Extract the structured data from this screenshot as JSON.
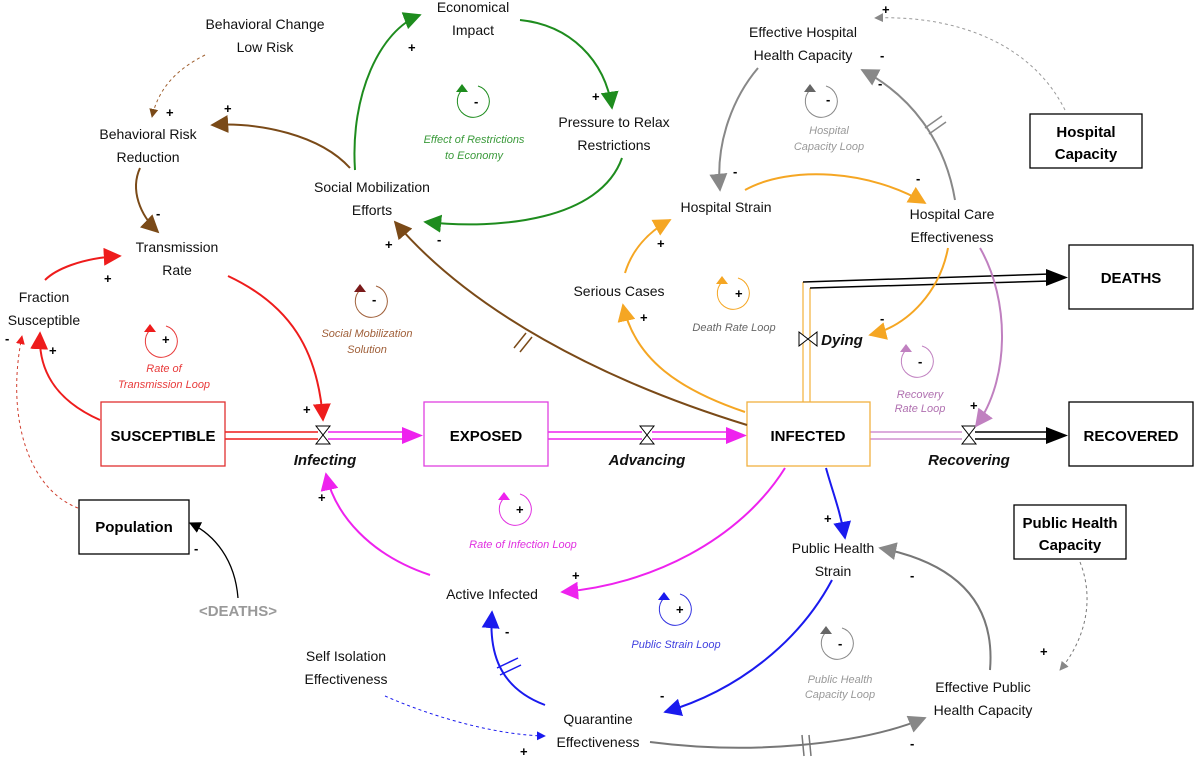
{
  "stocks": {
    "susceptible": "SUSCEPTIBLE",
    "exposed": "EXPOSED",
    "infected": "INFECTED",
    "recovered": "RECOVERED",
    "deaths": "DEATHS",
    "population": "Population",
    "hospital_capacity": [
      "Hospital",
      "Capacity"
    ],
    "public_health_capacity": [
      "Public Health",
      "Capacity"
    ]
  },
  "rates": {
    "infecting": "Infecting",
    "advancing": "Advancing",
    "recovering": "Recovering",
    "dying": "Dying"
  },
  "variables": {
    "behavioral_change": [
      "Behavioral Change",
      "Low Risk"
    ],
    "behavioral_risk": [
      "Behavioral Risk",
      "Reduction"
    ],
    "transmission_rate": [
      "Transmission",
      "Rate"
    ],
    "fraction_susceptible": [
      "Fraction",
      "Susceptible"
    ],
    "economical_impact": [
      "Economical",
      "Impact"
    ],
    "pressure_relax": [
      "Pressure to Relax",
      "Restrictions"
    ],
    "social_mobilization": [
      "Social Mobilization",
      "Efforts"
    ],
    "effective_hospital": [
      "Effective Hospital",
      "Health Capacity"
    ],
    "hospital_strain": "Hospital Strain",
    "hospital_care": [
      "Hospital Care",
      "Effectiveness"
    ],
    "serious_cases": "Serious Cases",
    "active_infected": "Active Infected",
    "public_health_strain": [
      "Public Health",
      "Strain"
    ],
    "self_isolation": [
      "Self Isolation",
      "Effectiveness"
    ],
    "quarantine": [
      "Quarantine",
      "Effectiveness"
    ],
    "effective_public_health": [
      "Effective Public",
      "Health Capacity"
    ],
    "deaths_shadow": "<DEATHS>"
  },
  "loops": {
    "effect_restrictions": {
      "lines": [
        "Effect of Restrictions",
        "to Economy"
      ],
      "sign": "-",
      "color": "#3a9a3a"
    },
    "hospital_capacity_loop": {
      "lines": [
        "Hospital",
        "Capacity Loop"
      ],
      "sign": "-",
      "color": "#999999"
    },
    "social_mobilization_solution": {
      "lines": [
        "Social Mobilization",
        "Solution"
      ],
      "sign": "-",
      "color": "#a0603a"
    },
    "rate_transmission": {
      "lines": [
        "Rate of",
        "Transmission Loop"
      ],
      "sign": "+",
      "color": "#e83a3a"
    },
    "death_rate": {
      "lines": [
        "Death Rate Loop"
      ],
      "sign": "+",
      "color": "#666666"
    },
    "recovery_rate": {
      "lines": [
        "Recovery",
        "Rate Loop"
      ],
      "sign": "-",
      "color": "#b070b0"
    },
    "rate_infection": {
      "lines": [
        "Rate of Infection Loop"
      ],
      "sign": "+",
      "color": "#e030e0"
    },
    "public_strain": {
      "lines": [
        "Public Strain Loop"
      ],
      "sign": "+",
      "color": "#3030e0"
    },
    "public_health_capacity_loop": {
      "lines": [
        "Public Health",
        "Capacity Loop"
      ],
      "sign": "-",
      "color": "#999999"
    }
  },
  "polarities": {
    "plus": "+",
    "minus": "-"
  },
  "colors": {
    "green": "#1e8c1e",
    "brown": "#7a4a18",
    "red": "#ee1c1c",
    "magenta": "#ee22ee",
    "orange": "#f5a623",
    "purple": "#c080c0",
    "blue": "#1a1aee",
    "gray": "#888888",
    "exposed_box": "#e040e0",
    "infected_box": "#f0b040",
    "susceptible_box": "#e03030"
  }
}
